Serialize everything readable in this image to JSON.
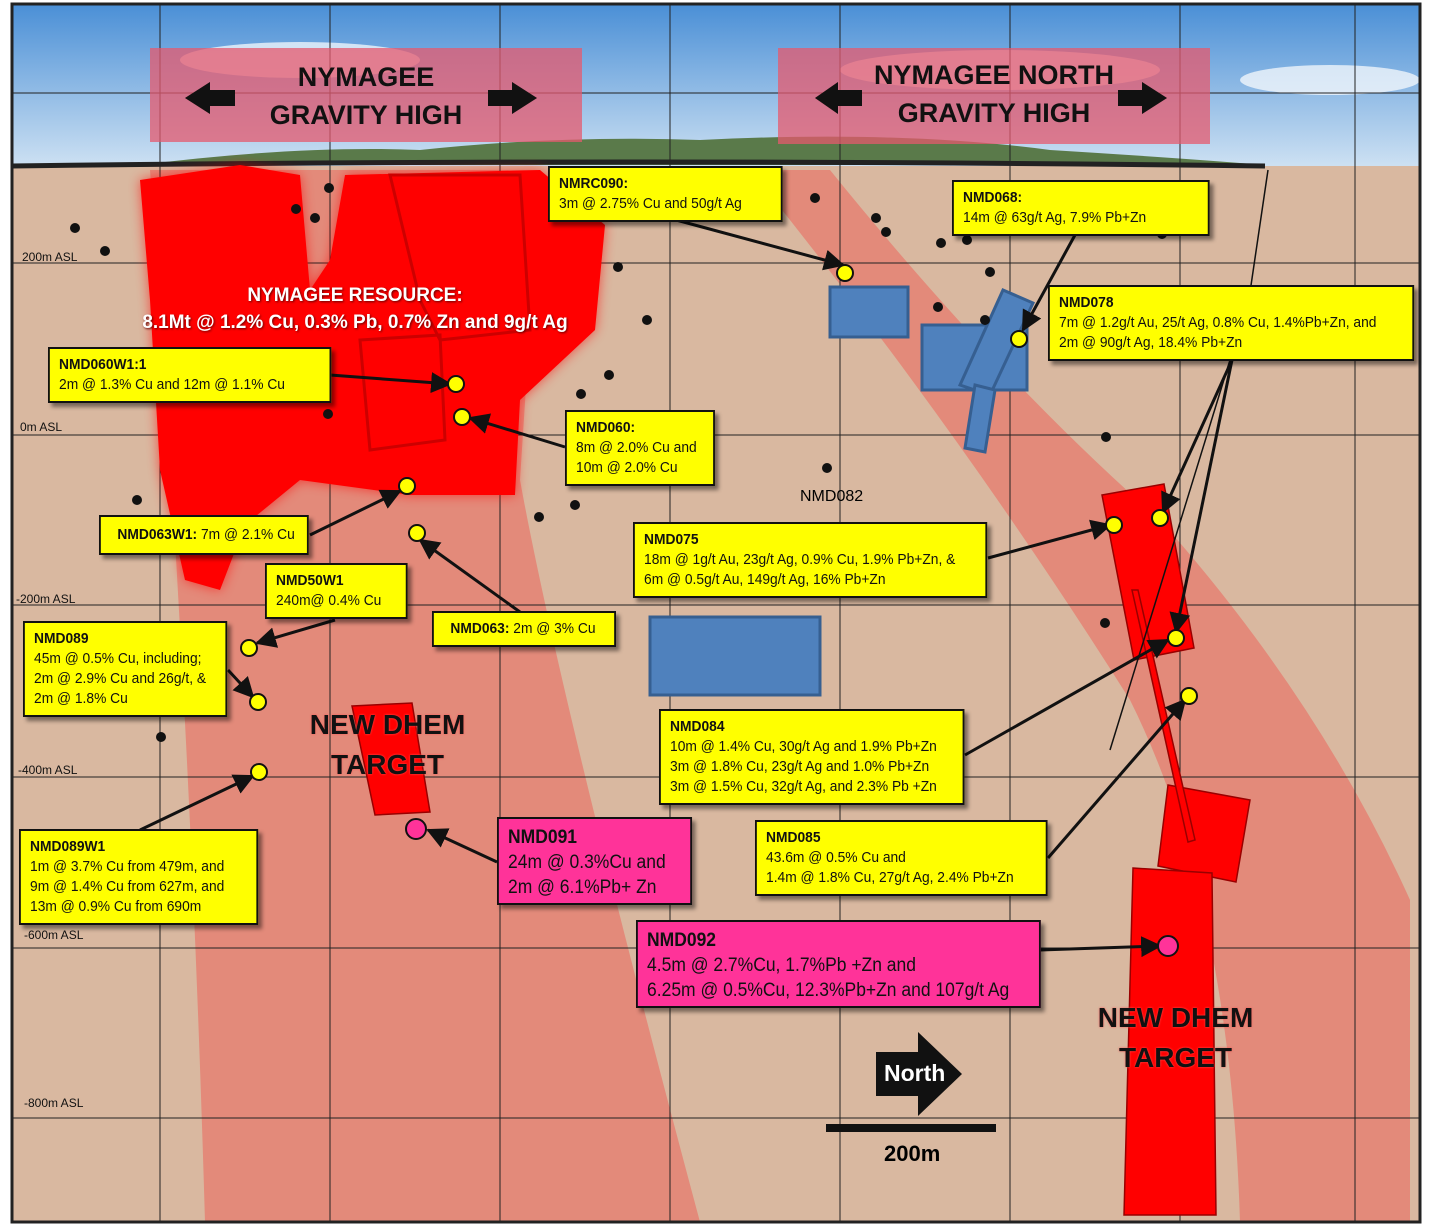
{
  "banners": {
    "left": [
      "NYMAGEE",
      "GRAVITY HIGH"
    ],
    "right": [
      "NYMAGEE NORTH",
      "GRAVITY HIGH"
    ]
  },
  "elevations": [
    "200m ASL",
    "0m ASL",
    "-200m ASL",
    "-400m ASL",
    "-600m ASL",
    "-800m ASL"
  ],
  "resource": {
    "title": "NYMAGEE RESOURCE:",
    "detail": "8.1Mt @  1.2% Cu, 0.3% Pb, 0.7% Zn and 9g/t Ag"
  },
  "callouts": {
    "nmrc090": {
      "title": "NMRC090:",
      "lines": [
        "3m @ 2.75% Cu and 50g/t Ag"
      ]
    },
    "nmd068": {
      "title": "NMD068:",
      "lines": [
        "14m @ 63g/t Ag, 7.9% Pb+Zn"
      ]
    },
    "nmd078": {
      "title": "NMD078",
      "lines": [
        "7m @ 1.2g/t Au, 25/t Ag, 0.8% Cu, 1.4%Pb+Zn, and",
        "2m @ 90g/t Ag, 18.4% Pb+Zn"
      ]
    },
    "nmd060w1": {
      "title": "NMD060W1:1",
      "lines": [
        "2m @ 1.3% Cu and  12m @ 1.1% Cu"
      ]
    },
    "nmd060": {
      "title": "NMD060:",
      "lines": [
        "8m @ 2.0% Cu and",
        "10m @ 2.0% Cu"
      ]
    },
    "nmd063w1": {
      "title": "NMD063W1:",
      "inline": " 7m @ 2.1% Cu"
    },
    "nmd50w1": {
      "title": "NMD50W1",
      "lines": [
        "240m@ 0.4% Cu"
      ]
    },
    "nmd063": {
      "title": "NMD063:",
      "inline": " 2m @ 3% Cu"
    },
    "nmd089": {
      "title": "NMD089",
      "lines": [
        "45m @ 0.5% Cu, including;",
        "2m @ 2.9% Cu and 26g/t, &",
        "2m @ 1.8% Cu"
      ]
    },
    "nmd075": {
      "title": "NMD075",
      "lines": [
        "18m @ 1g/t Au, 23g/t Ag, 0.9% Cu, 1.9% Pb+Zn, &",
        "6m @ 0.5g/t Au, 149g/t Ag, 16% Pb+Zn"
      ]
    },
    "nmd084": {
      "title": "NMD084",
      "lines": [
        "10m @ 1.4% Cu, 30g/t Ag and 1.9% Pb+Zn",
        " 3m @ 1.8% Cu, 23g/t Ag and 1.0% Pb+Zn",
        "3m @ 1.5% Cu, 32g/t Ag, and 2.3% Pb +Zn"
      ]
    },
    "nmd085": {
      "title": "NMD085",
      "lines": [
        "43.6m @ 0.5% Cu and",
        "1.4m @ 1.8% Cu, 27g/t Ag, 2.4% Pb+Zn"
      ]
    },
    "nmd089w1": {
      "title": "NMD089W1",
      "lines": [
        "1m @ 3.7% Cu from 479m, and",
        "9m @ 1.4% Cu from 627m, and",
        "13m @ 0.9% Cu from 690m"
      ]
    },
    "nmd091": {
      "title": "NMD091",
      "lines": [
        "24m @ 0.3%Cu and",
        "2m @ 6.1%Pb+ Zn"
      ]
    },
    "nmd092": {
      "title": "NMD092",
      "lines": [
        "4.5m @ 2.7%Cu, 1.7%Pb +Zn and",
        "6.25m @ 0.5%Cu, 12.3%Pb+Zn and 107g/t Ag"
      ]
    }
  },
  "hole_label": "NMD082",
  "targets": {
    "left": [
      "NEW DHEM",
      "TARGET"
    ],
    "right": [
      "NEW DHEM",
      "TARGET"
    ]
  },
  "north_label": "North",
  "scale_label": "200m",
  "colors": {
    "ground": "#d9b8a0",
    "band": "#e38a7a",
    "ore": "#ff0000",
    "callout": "#ffff00",
    "pink": "#ff3399",
    "blue": "#4f81bd"
  }
}
